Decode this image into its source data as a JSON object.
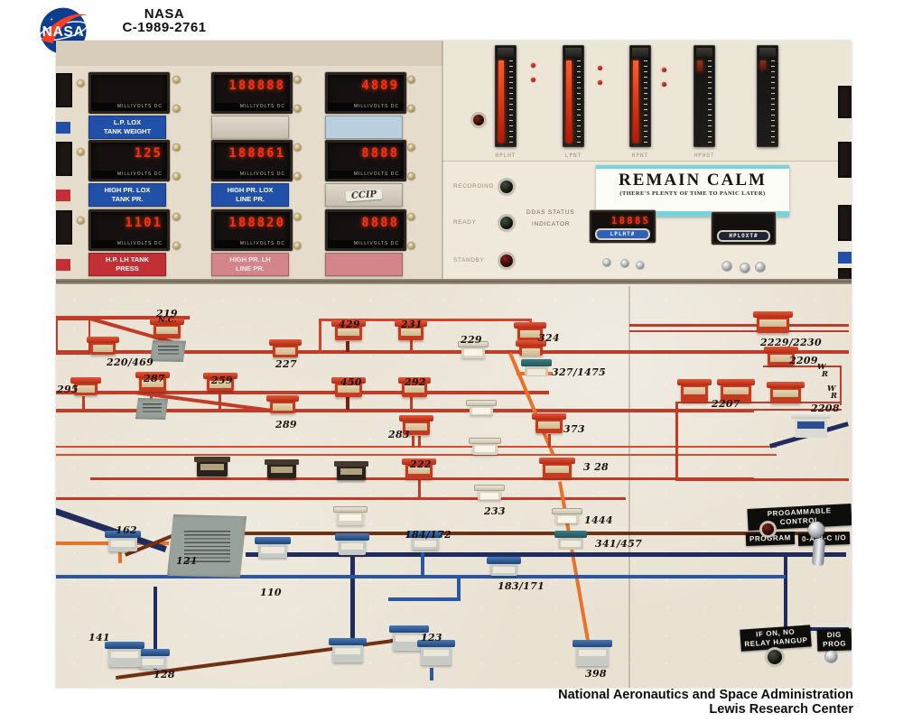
{
  "header": {
    "logo_text": "NASA",
    "agency": "NASA",
    "photo_id": "C-1989-2761"
  },
  "footer": {
    "line1": "National Aeronautics and Space Administration",
    "line2": "Lewis Research Center"
  },
  "colors": {
    "line_red": "#c23b28",
    "line_orange": "#e8722c",
    "line_navy": "#202c5e",
    "line_blue": "#2b56a4",
    "line_brown": "#6f3014",
    "label_blue": "#2050a8",
    "label_red": "#c22f35",
    "sign_cyan": "#79d3dc",
    "digit_red": "#ff2d10",
    "panel_beige": "#e5dccb",
    "board_beige": "#e9e2d3"
  },
  "panel": {
    "unit_label": "MILLIVOLTS DC",
    "displays": [
      {
        "digits": "",
        "label": "L.P. LOX\nTANK WEIGHT"
      },
      {
        "digits": "188888",
        "label": ""
      },
      {
        "digits": "4889",
        "label": ""
      },
      {
        "digits": "125",
        "label": "HIGH PR. LOX\nTANK PR."
      },
      {
        "digits": "188861",
        "label": "HIGH PR. LOX\nLINE PR."
      },
      {
        "digits": "8888",
        "label": "CCIP"
      },
      {
        "digits": "1101",
        "label": "H.P. LH TANK\nPRESS"
      },
      {
        "digits": "188820",
        "label": "HIGH PR. LH\nLINE PR."
      },
      {
        "digits": "8888",
        "label": ""
      }
    ],
    "meters": [
      "HPLHT",
      "LPNT",
      "HPNT",
      "HPHOT",
      ""
    ],
    "status": {
      "t1": "DDAS STATUS",
      "t2": "INDICATOR",
      "l1": "RECORDING",
      "l2": "READY",
      "l3": "STANDBY"
    },
    "sign": {
      "title": "REMAIN CALM",
      "subtitle": "(THERE'S PLENTY OF TIME TO PANIC LATER)"
    },
    "tapes": [
      {
        "digits": "18885",
        "label": "LPLHT#"
      },
      {
        "digits": "",
        "label": "HPLOXT#"
      }
    ]
  },
  "schematic": {
    "tags": [
      "219",
      "N.C.",
      "220/469",
      "227",
      "295",
      "287",
      "259",
      "289",
      "429",
      "231",
      "229",
      "324",
      "327/1475",
      "450",
      "292",
      "283",
      "373",
      "222",
      "3 28",
      "233",
      "1444",
      "341/457",
      "184/172",
      "183/171",
      "162",
      "121",
      "110",
      "141",
      "128",
      "123",
      "398",
      "2229/2230",
      "2209",
      "W",
      "R",
      "2207",
      "2208",
      "W",
      "R"
    ],
    "panel_labels": {
      "prog_ctrl": "PROGAMMABLE CONTROL",
      "program": "PROGRAM",
      "program_sel": "0-A-B-C I/O",
      "relay": "IF ON, NO\nRELAY HANGUP",
      "dig_prog": "DIG PROG"
    }
  }
}
